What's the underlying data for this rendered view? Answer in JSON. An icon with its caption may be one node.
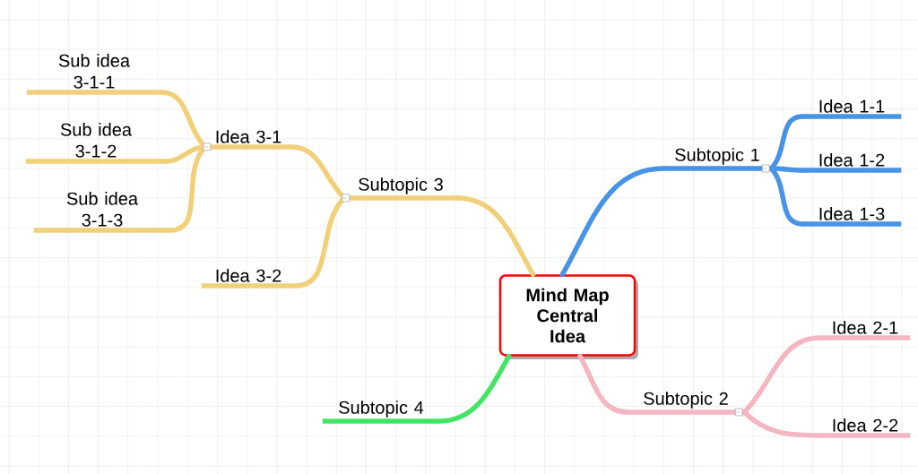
{
  "diagram": {
    "nodes": [
      {
        "text": [
          "Mind Map Central Idea"
        ]
      },
      {
        "text": [
          "Subtopic 1"
        ]
      },
      {
        "text": [
          "Idea 1-1"
        ]
      },
      {
        "text": [
          "Idea 1-2"
        ]
      },
      {
        "text": [
          "Idea 1-3"
        ]
      },
      {
        "text": [
          "Subtopic 2"
        ]
      },
      {
        "text": [
          "Idea 2-1"
        ]
      },
      {
        "text": [
          "Idea 2-2"
        ]
      },
      {
        "text": [
          "Subtopic 3"
        ]
      },
      {
        "text": [
          "Idea 3-1"
        ]
      },
      {
        "text": [
          "Sub idea 3-1-1"
        ]
      },
      {
        "text": [
          "Sub idea 3-1-2"
        ]
      },
      {
        "text": [
          "Sub idea 3-1-3"
        ]
      },
      {
        "text": [
          "Idea 3-2"
        ]
      },
      {
        "text": [
          "Subtopic 4"
        ]
      }
    ],
    "edges": [
      {
        "from": 0,
        "to": 1,
        "arrow": "none",
        "color": "#4793e6"
      },
      {
        "from": 1,
        "to": 2,
        "arrow": "none",
        "color": "#4793e6"
      },
      {
        "from": 1,
        "to": 3,
        "arrow": "none",
        "color": "#4793e6"
      },
      {
        "from": 1,
        "to": 4,
        "arrow": "none",
        "color": "#4793e6"
      },
      {
        "from": 0,
        "to": 5,
        "arrow": "none",
        "color": "#f4b6c2"
      },
      {
        "from": 5,
        "to": 6,
        "arrow": "none",
        "color": "#f4b6c2"
      },
      {
        "from": 5,
        "to": 7,
        "arrow": "none",
        "color": "#f4b6c2"
      },
      {
        "from": 0,
        "to": 8,
        "arrow": "none",
        "color": "#f2d07a"
      },
      {
        "from": 8,
        "to": 9,
        "arrow": "none",
        "color": "#f2d07a"
      },
      {
        "from": 9,
        "to": 10,
        "arrow": "none",
        "color": "#f2d07a"
      },
      {
        "from": 9,
        "to": 11,
        "arrow": "none",
        "color": "#f2d07a"
      },
      {
        "from": 9,
        "to": 12,
        "arrow": "none",
        "color": "#f2d07a"
      },
      {
        "from": 8,
        "to": 13,
        "arrow": "none",
        "color": "#f2d07a"
      },
      {
        "from": 0,
        "to": 14,
        "arrow": "none",
        "color": "#43e565"
      }
    ]
  }
}
